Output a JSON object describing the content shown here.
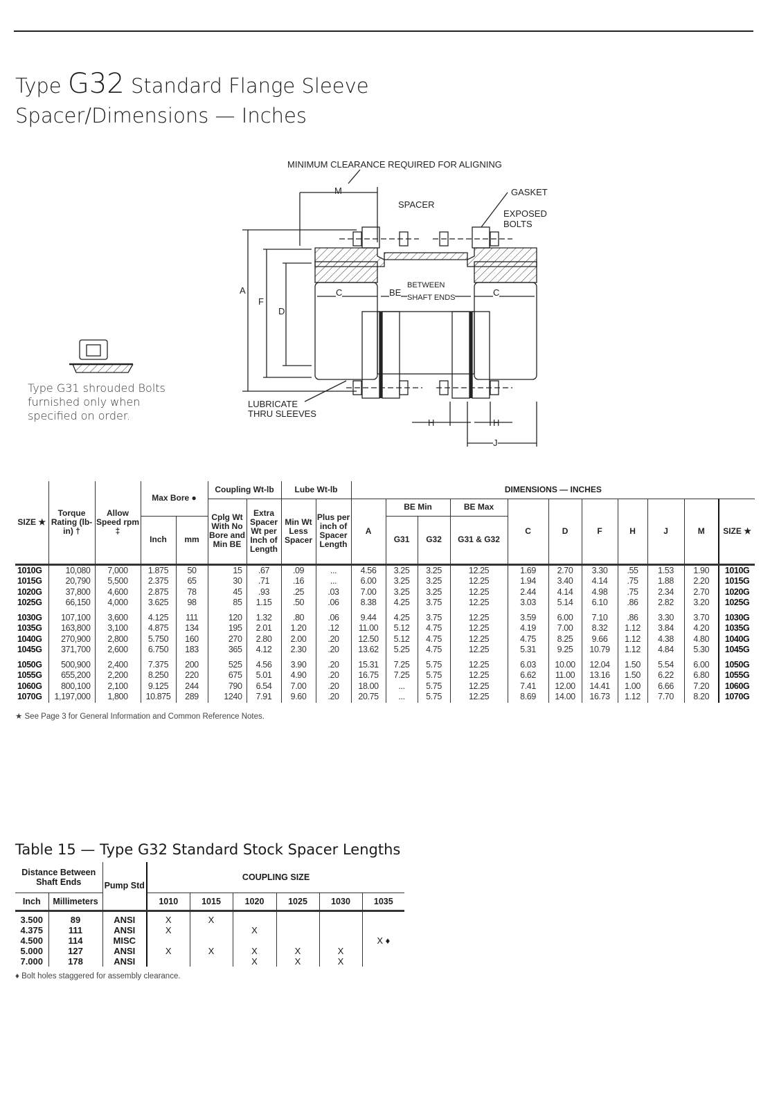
{
  "header": {
    "title_prefix": "Type",
    "title_model": "G32",
    "title_suffix": "Standard Flange Sleeve",
    "subtitle": "Spacer/Dimensions — Inches"
  },
  "diagram": {
    "labels": {
      "min_clearance": "MINIMUM CLEARANCE REQUIRED FOR ALIGNING",
      "m": "M",
      "gasket": "GASKET",
      "spacer": "SPACER",
      "exposed_bolts_1": "EXPOSED",
      "exposed_bolts_2": "BOLTS",
      "a": "A",
      "f": "F",
      "d": "D",
      "c_left": "C",
      "c_right": "C",
      "be": "BE",
      "between": "BETWEEN",
      "shaft_ends": "SHAFT ENDS",
      "lubricate_1": "LUBRICATE",
      "lubricate_2": "THRU SLEEVES",
      "h_left": "H",
      "h_right": "H",
      "j": "J"
    },
    "shrouded_caption": [
      "Type G31 shrouded Bolts",
      "furnished only when",
      "specified on order."
    ]
  },
  "main_table": {
    "headers": {
      "size": "SIZE ★",
      "torque": "Torque Rating (lb-in) †",
      "speed": "Allow Speed rpm ‡",
      "max_bore": "Max Bore ●",
      "inch": "Inch",
      "mm": "mm",
      "coupling_wt": "Coupling Wt-lb",
      "cplg_wt": "Cplg Wt With No Bore and Min BE",
      "extra_spacer": "Extra Spacer Wt per Inch of Length",
      "lube_wt": "Lube Wt-lb",
      "min_wt": "Min Wt Less Spacer",
      "plus_per_inch": "Plus per inch of Spacer Length",
      "dimensions": "DIMENSIONS — INCHES",
      "a": "A",
      "be_min": "BE Min",
      "g31": "G31",
      "g32": "G32",
      "be_max": "BE Max",
      "g31_g32": "G31 & G32",
      "c": "C",
      "d": "D",
      "f": "F",
      "h": "H",
      "j": "J",
      "m": "M",
      "size_right": "SIZE ★"
    },
    "rows": [
      [
        "1010G",
        "10,080",
        "7,000",
        "1.875",
        "50",
        "15",
        ".67",
        ".09",
        "...",
        "4.56",
        "3.25",
        "3.25",
        "12.25",
        "1.69",
        "2.70",
        "3.30",
        ".55",
        "1.53",
        "1.90",
        "1010G"
      ],
      [
        "1015G",
        "20,790",
        "5,500",
        "2.375",
        "65",
        "30",
        ".71",
        ".16",
        "...",
        "6.00",
        "3.25",
        "3.25",
        "12.25",
        "1.94",
        "3.40",
        "4.14",
        ".75",
        "1.88",
        "2.20",
        "1015G"
      ],
      [
        "1020G",
        "37,800",
        "4,600",
        "2.875",
        "78",
        "45",
        ".93",
        ".25",
        ".03",
        "7.00",
        "3.25",
        "3.25",
        "12.25",
        "2.44",
        "4.14",
        "4.98",
        ".75",
        "2.34",
        "2.70",
        "1020G"
      ],
      [
        "1025G",
        "66,150",
        "4,000",
        "3.625",
        "98",
        "85",
        "1.15",
        ".50",
        ".06",
        "8.38",
        "4.25",
        "3.75",
        "12.25",
        "3.03",
        "5.14",
        "6.10",
        ".86",
        "2.82",
        "3.20",
        "1025G"
      ],
      [
        "1030G",
        "107,100",
        "3,600",
        "4.125",
        "111",
        "120",
        "1.32",
        ".80",
        ".06",
        "9.44",
        "4.25",
        "3.75",
        "12.25",
        "3.59",
        "6.00",
        "7.10",
        ".86",
        "3.30",
        "3.70",
        "1030G"
      ],
      [
        "1035G",
        "163,800",
        "3,100",
        "4.875",
        "134",
        "195",
        "2.01",
        "1.20",
        ".12",
        "11.00",
        "5.12",
        "4.75",
        "12.25",
        "4.19",
        "7.00",
        "8.32",
        "1.12",
        "3.84",
        "4.20",
        "1035G"
      ],
      [
        "1040G",
        "270,900",
        "2,800",
        "5.750",
        "160",
        "270",
        "2.80",
        "2.00",
        ".20",
        "12.50",
        "5.12",
        "4.75",
        "12.25",
        "4.75",
        "8.25",
        "9.66",
        "1.12",
        "4.38",
        "4.80",
        "1040G"
      ],
      [
        "1045G",
        "371,700",
        "2,600",
        "6.750",
        "183",
        "365",
        "4.12",
        "2.30",
        ".20",
        "13.62",
        "5.25",
        "4.75",
        "12.25",
        "5.31",
        "9.25",
        "10.79",
        "1.12",
        "4.84",
        "5.30",
        "1045G"
      ],
      [
        "1050G",
        "500,900",
        "2,400",
        "7.375",
        "200",
        "525",
        "4.56",
        "3.90",
        ".20",
        "15.31",
        "7.25",
        "5.75",
        "12.25",
        "6.03",
        "10.00",
        "12.04",
        "1.50",
        "5.54",
        "6.00",
        "1050G"
      ],
      [
        "1055G",
        "655,200",
        "2,200",
        "8.250",
        "220",
        "675",
        "5.01",
        "4.90",
        ".20",
        "16.75",
        "7.25",
        "5.75",
        "12.25",
        "6.62",
        "11.00",
        "13.16",
        "1.50",
        "6.22",
        "6.80",
        "1055G"
      ],
      [
        "1060G",
        "800,100",
        "2,100",
        "9.125",
        "244",
        "790",
        "6.54",
        "7.00",
        ".20",
        "18.00",
        "...",
        "5.75",
        "12.25",
        "7.41",
        "12.00",
        "14.41",
        "1.00",
        "6.66",
        "7.20",
        "1060G"
      ],
      [
        "1070G",
        "1,197,000",
        "1,800",
        "10.875",
        "289",
        "1240",
        "7.91",
        "9.60",
        ".20",
        "20.75",
        "...",
        "5.75",
        "12.25",
        "8.69",
        "14.00",
        "16.73",
        "1.12",
        "7.70",
        "8.20",
        "1070G"
      ]
    ],
    "footnote": "★ See Page 3 for General Information and Common Reference Notes."
  },
  "stock_table": {
    "title": "Table 15 — Type G32 Standard Stock Spacer Lengths",
    "headers": {
      "distance": "Distance Between Shaft Ends",
      "inch": "Inch",
      "millimeters": "Millimeters",
      "pump_std": "Pump Std",
      "coupling_size": "COUPLING SIZE",
      "sizes": [
        "1010",
        "1015",
        "1020",
        "1025",
        "1030",
        "1035"
      ]
    },
    "rows": [
      [
        "3.500",
        "89",
        "ANSI",
        "X",
        "X",
        "",
        "",
        "",
        ""
      ],
      [
        "4.375",
        "111",
        "ANSI",
        "X",
        "",
        "X",
        "",
        "",
        ""
      ],
      [
        "4.500",
        "114",
        "MISC",
        "",
        "",
        "",
        "",
        "",
        "X ♦"
      ],
      [
        "5.000",
        "127",
        "ANSI",
        "X",
        "X",
        "X",
        "X",
        "X",
        ""
      ],
      [
        "7.000",
        "178",
        "ANSI",
        "",
        "",
        "X",
        "X",
        "X",
        ""
      ]
    ],
    "footnote": "♦ Bolt holes staggered for assembly clearance."
  }
}
